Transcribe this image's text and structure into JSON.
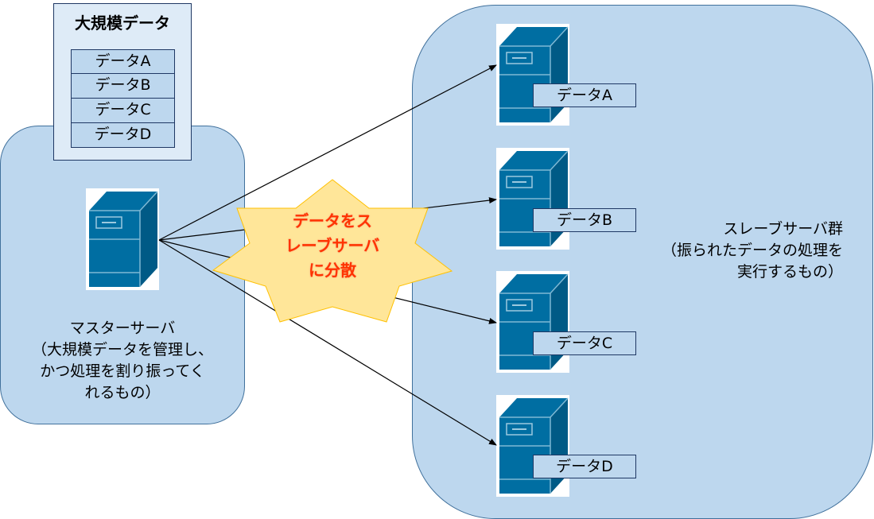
{
  "diagram": {
    "big_data": {
      "title": "大規模データ",
      "rows": [
        "データA",
        "データB",
        "データC",
        "データD"
      ]
    },
    "master": {
      "caption_lines": [
        "マスターサーバ",
        "（大規模データを管理し、",
        "かつ処理を割り振ってく",
        "れるもの）"
      ],
      "icon": "server-icon"
    },
    "distribute_burst": {
      "lines": [
        "データをス",
        "レーブサーバ",
        "に分散"
      ],
      "text_color": "#ff3300",
      "fill_color": "#ffe699"
    },
    "slaves": {
      "caption_lines": [
        "スレーブサーバ群",
        "（振られたデータの処理を",
        "実行するもの）"
      ],
      "servers": [
        {
          "label": "データA",
          "icon": "server-icon"
        },
        {
          "label": "データB",
          "icon": "server-icon"
        },
        {
          "label": "データC",
          "icon": "server-icon"
        },
        {
          "label": "データD",
          "icon": "server-icon"
        }
      ]
    },
    "colors": {
      "group_fill": "#bdd7ee",
      "group_border": "#41719c",
      "server_blue": "#006ea2",
      "box_fill": "#deebf7"
    }
  }
}
